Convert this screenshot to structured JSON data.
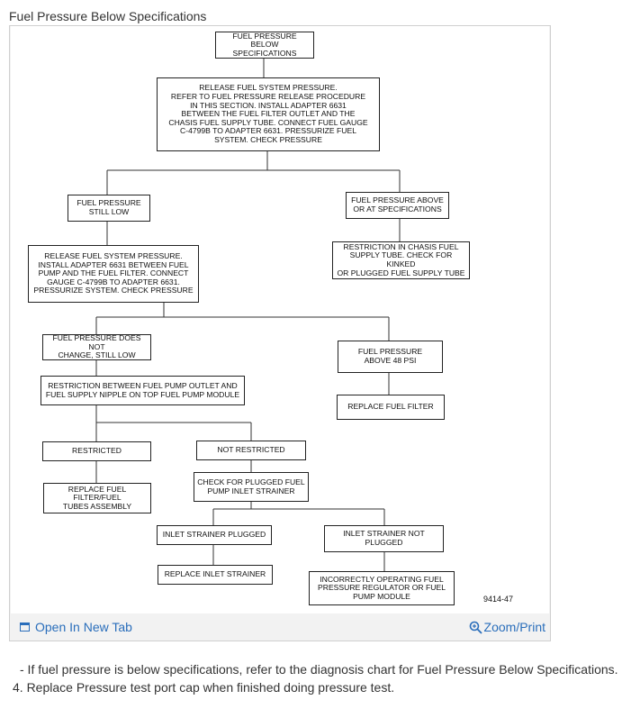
{
  "page": {
    "heading": "Fuel Pressure Below Specifications"
  },
  "flowchart": {
    "figure_id": "9414-47",
    "boxes": {
      "start": "FUEL PRESSURE\nBELOW SPECIFICATIONS",
      "release_1": "RELEASE FUEL SYSTEM PRESSURE.\nREFER TO FUEL PRESSURE RELEASE PROCEDURE\nIN THIS SECTION. INSTALL ADAPTER 6631\nBETWEEN THE FUEL FILTER OUTLET AND THE\nCHASIS FUEL SUPPLY TUBE. CONNECT FUEL GAUGE\nC-4799B TO ADAPTER 6631. PRESSURIZE FUEL\nSYSTEM. CHECK PRESSURE",
      "still_low": "FUEL PRESSURE\nSTILL LOW",
      "above_or_at": "FUEL PRESSURE ABOVE\nOR AT SPECIFICATIONS",
      "release_2": "RELEASE FUEL SYSTEM PRESSURE.\nINSTALL ADAPTER 6631 BETWEEN FUEL\nPUMP AND THE FUEL FILTER. CONNECT\nGAUGE C-4799B TO ADAPTER 6631.\nPRESSURIZE SYSTEM. CHECK PRESSURE",
      "restriction_chassis": "RESTRICTION IN CHASIS FUEL\nSUPPLY TUBE. CHECK FOR KINKED\nOR PLUGGED FUEL SUPPLY TUBE",
      "does_not_change": "FUEL PRESSURE DOES NOT\nCHANGE, STILL LOW",
      "above_48": "FUEL PRESSURE\nABOVE 48 PSI",
      "restriction_pump": "RESTRICTION BETWEEN FUEL PUMP OUTLET AND\nFUEL SUPPLY NIPPLE ON TOP FUEL PUMP MODULE",
      "replace_filter": "REPLACE FUEL FILTER",
      "restricted": "RESTRICTED",
      "not_restricted": "NOT RESTRICTED",
      "replace_filter_tubes": "REPLACE FUEL FILTER/FUEL\nTUBES ASSEMBLY",
      "check_plugged": "CHECK FOR PLUGGED FUEL\nPUMP INLET STRAINER",
      "inlet_plugged": "INLET STRAINER PLUGGED",
      "inlet_not_plugged": "INLET STRAINER NOT\nPLUGGED",
      "replace_inlet": "REPLACE INLET STRAINER",
      "incorrect_regulator": "INCORRECTLY OPERATING FUEL\nPRESSURE REGULATOR OR FUEL\nPUMP MODULE"
    }
  },
  "links": {
    "open_new_tab": "Open In New Tab",
    "zoom_print": "Zoom/Print"
  },
  "colors": {
    "link": "#2a6ebb"
  },
  "notes": [
    "- If fuel pressure is below specifications, refer to the diagnosis chart for Fuel Pressure Below Specifications.",
    "4. Replace Pressure test port cap when finished doing pressure test."
  ]
}
